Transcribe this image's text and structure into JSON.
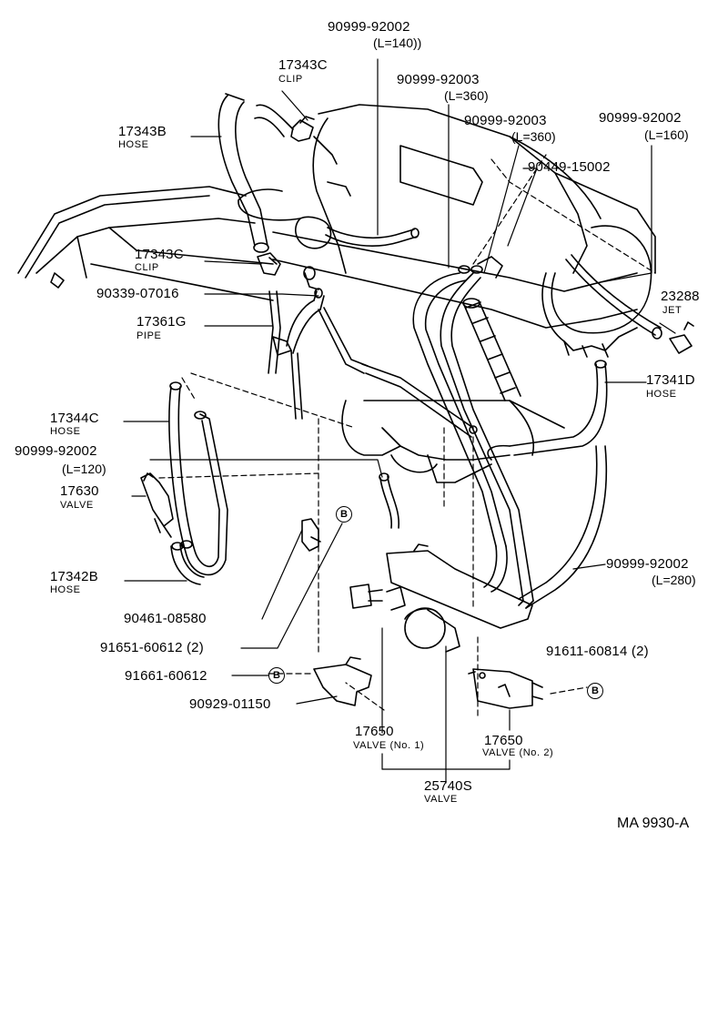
{
  "diagram": {
    "reference": "MA 9930-A",
    "callout_letter": "B",
    "parts": {
      "p_90999_92002_a": {
        "number": "90999-92002",
        "length": "(L=140))"
      },
      "p_17343c_top": {
        "number": "17343C",
        "name": "CLIP"
      },
      "p_90999_92003_a": {
        "number": "90999-92003",
        "length": "(L=360)"
      },
      "p_17343b": {
        "number": "17343B",
        "name": "HOSE"
      },
      "p_90999_92003_b": {
        "number": "90999-92003",
        "length": "(L=360)"
      },
      "p_90999_92002_b": {
        "number": "90999-92002",
        "length": "(L=160)"
      },
      "p_90449_15002": {
        "number": "90449-15002"
      },
      "p_17343c_mid": {
        "number": "17343C",
        "name": "CLIP"
      },
      "p_90339_07016": {
        "number": "90339-07016"
      },
      "p_23288": {
        "number": "23288",
        "name": "JET"
      },
      "p_17361g": {
        "number": "17361G",
        "name": "PIPE"
      },
      "p_17341d": {
        "number": "17341D",
        "name": "HOSE"
      },
      "p_17344c": {
        "number": "17344C",
        "name": "HOSE"
      },
      "p_90999_92002_c": {
        "number": "90999-92002",
        "length": "(L=120)"
      },
      "p_17630": {
        "number": "17630",
        "name": "VALVE"
      },
      "p_90999_92002_d": {
        "number": "90999-92002",
        "length": "(L=280)"
      },
      "p_17342b": {
        "number": "17342B",
        "name": "HOSE"
      },
      "p_90461_08580": {
        "number": "90461-08580"
      },
      "p_91651_60612": {
        "number": "91651-60612 (2)"
      },
      "p_91611_60814": {
        "number": "91611-60814 (2)"
      },
      "p_91661_60612": {
        "number": "91661-60612"
      },
      "p_90929_01150": {
        "number": "90929-01150"
      },
      "p_17650_1": {
        "number": "17650",
        "name": "VALVE (No. 1)"
      },
      "p_17650_2": {
        "number": "17650",
        "name": "VALVE (No. 2)"
      },
      "p_25740s": {
        "number": "25740S",
        "name": "VALVE"
      }
    }
  }
}
